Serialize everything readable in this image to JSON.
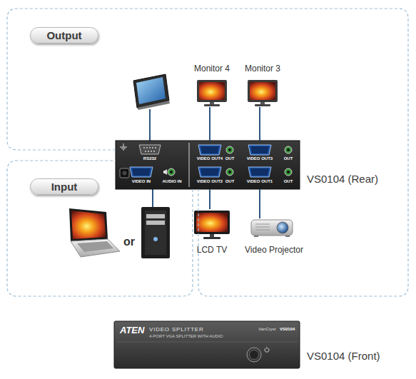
{
  "diagram": {
    "nodes": [
      {
        "text": [
          "Output"
        ]
      },
      {
        "text": [
          "Input"
        ]
      },
      {
        "text": [
          "RS232",
          "VIDEO IN",
          "AUDIO IN",
          "VIDEO OUT4",
          "OUT",
          "VIDEO OUT3",
          "OUT",
          "VIDEO OUT2",
          "OUT",
          "VIDEO OUT1",
          "OUT",
          "VS0104 (Rear)"
        ]
      },
      {
        "text": [
          "Monitor 4"
        ],
        "in": 0
      },
      {
        "text": [
          "Monitor 3"
        ],
        "in": 0
      },
      {
        "text": [
          "LCD TV"
        ],
        "in": 0
      },
      {
        "text": [
          "Video Projector"
        ],
        "in": 0
      },
      {
        "text": [
          "ATEN",
          "VIDEO SPLITTER",
          "4-PORT VGA SPLITTER WITH AUDIO",
          "VanCryst",
          "VS0104",
          "VS0104 (Front)"
        ]
      }
    ],
    "edges": [
      {
        "from": 2,
        "to": 3,
        "arrow": "none"
      },
      {
        "from": 2,
        "to": 4,
        "arrow": "none"
      },
      {
        "from": 2,
        "to": 5,
        "arrow": "none"
      },
      {
        "from": 2,
        "to": 6,
        "arrow": "none"
      }
    ],
    "labels": [
      "or"
    ]
  }
}
